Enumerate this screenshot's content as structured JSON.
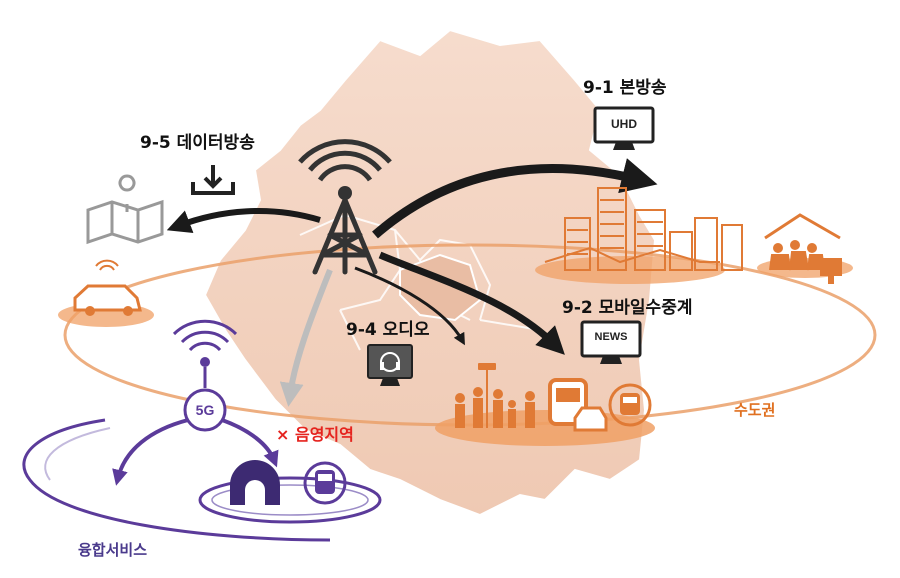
{
  "labels": {
    "main_broadcast": "9-1 본방송",
    "mobile_relay": "9-2 모바일수중계",
    "audio": "9-4 오디오",
    "data_broadcast": "9-5 데이터방송",
    "shadow_area": "× 음영지역",
    "capital_region": "수도권",
    "convergence_service": "융합서비스"
  },
  "device_text": {
    "uhd": "UHD",
    "news": "NEWS",
    "fiveg": "5G"
  },
  "colors": {
    "region_fill": "#f3d6c6",
    "orange_accent": "#e8823a",
    "arrow_dark": "#1a1a1a",
    "purple": "#5b3b9a",
    "red": "#e5231e"
  }
}
